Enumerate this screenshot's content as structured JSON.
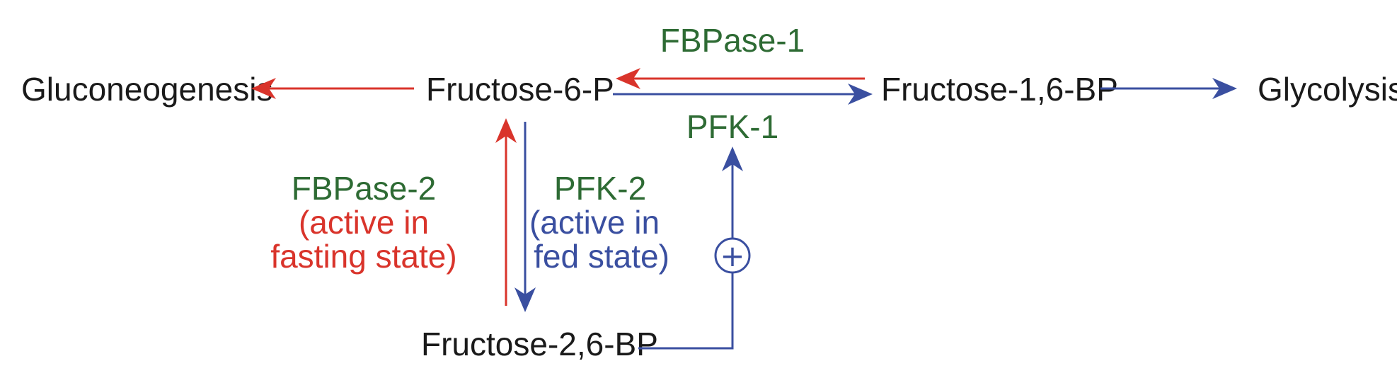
{
  "nodes": {
    "gluconeogenesis": "Gluconeogenesis",
    "fructose_6_p": "Fructose-6-P",
    "fructose_1_6_bp": "Fructose-1,6-BP",
    "glycolysis": "Glycolysis",
    "fructose_2_6_bp": "Fructose-2,6-BP"
  },
  "enzymes": {
    "fbpase_1": "FBPase-1",
    "pfk_1": "PFK-1",
    "fbpase_2": {
      "name": "FBPase-2",
      "line1": "(active in",
      "line2": "fasting state)"
    },
    "pfk_2": {
      "name": "PFK-2",
      "line1": "(active in",
      "line2": "fed state)"
    }
  },
  "symbols": {
    "activator": "+"
  },
  "colors": {
    "red": "#d9342b",
    "blue": "#3a4fa0",
    "enzyme_green": "#2e6b34",
    "text": "#1a1a1a"
  }
}
